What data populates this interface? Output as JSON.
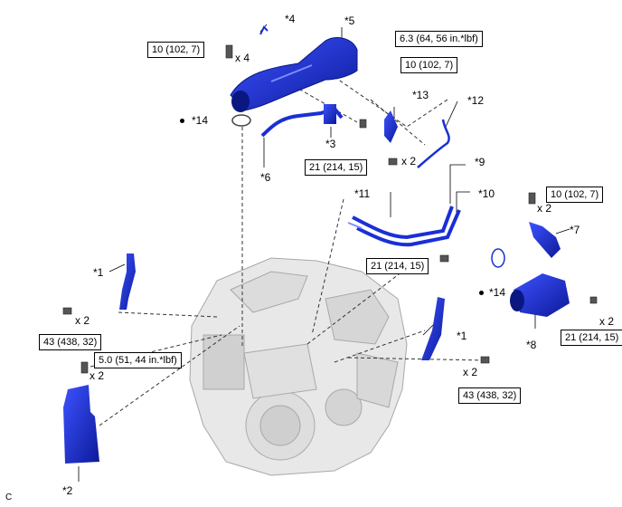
{
  "callouts": {
    "c1a": "*1",
    "c1b": "*1",
    "c2": "*2",
    "c3": "*3",
    "c4": "*4",
    "c5": "*5",
    "c6": "*6",
    "c7": "*7",
    "c8": "*8",
    "c9": "*9",
    "c10": "*10",
    "c11": "*11",
    "c12": "*12",
    "c13": "*13",
    "c14a": "*14",
    "c14b": "*14"
  },
  "torques": {
    "t1": "10 (102, 7)",
    "t2": "6.3 (64, 56 in.*lbf)",
    "t3": "10 (102, 7)",
    "t4": "21 (214, 15)",
    "t5": "21 (214, 15)",
    "t6": "10 (102, 7)",
    "t7": "21 (214, 15)",
    "t8": "43 (438, 32)",
    "t9": "5.0 (51, 44 in.*lbf)",
    "t10": "43 (438, 32)"
  },
  "quantities": {
    "q1": "x 4",
    "q2": "x 2",
    "q3": "x 2",
    "q4": "x 2",
    "q5": "x 2",
    "q6": "x 2",
    "q7": "x 2"
  },
  "corner_mark": "C",
  "colors": {
    "part": "#1a2fd6",
    "part_dark": "#0c1a8a",
    "engine": "#e6e6e6",
    "engine_line": "#9a9a9a"
  }
}
